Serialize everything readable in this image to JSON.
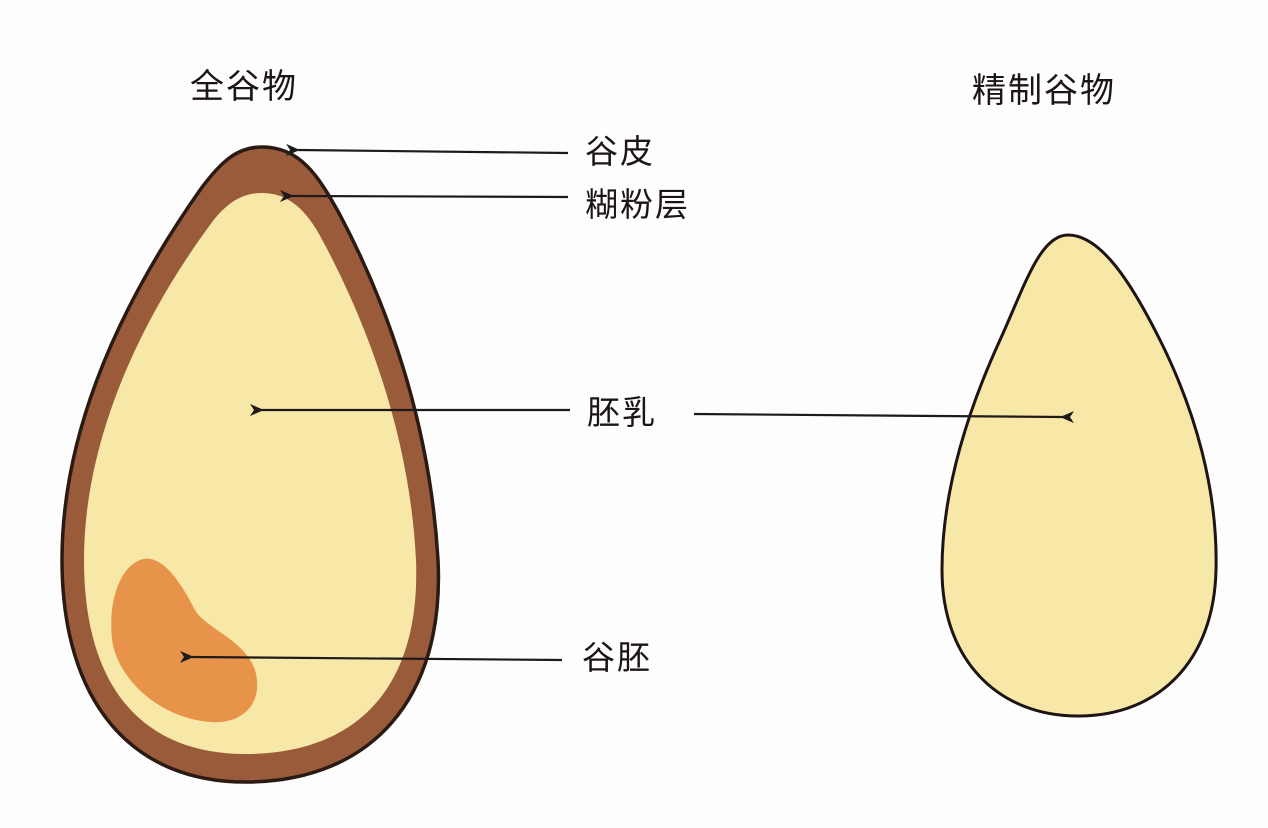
{
  "titles": {
    "whole_grain": "全谷物",
    "refined_grain": "精制谷物"
  },
  "labels": {
    "bran": "谷皮",
    "aleurone": "糊粉层",
    "endosperm": "胚乳",
    "germ": "谷胚"
  },
  "colors": {
    "background": "#fdfdfd",
    "bran": "#9a5b3a",
    "endosperm": "#f7e8a8",
    "germ": "#e8934a",
    "outline": "#2a1a14",
    "arrow": "#1e1a1a",
    "text": "#1c1418"
  }
}
